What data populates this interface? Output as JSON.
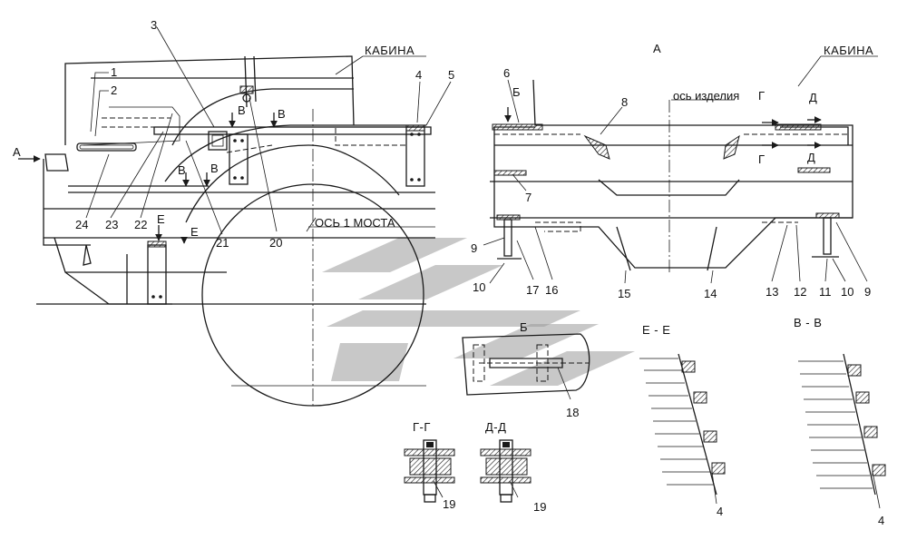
{
  "texts": {
    "kabina_left": "КАБИНА",
    "kabina_right": "КАБИНА",
    "view_a_title": "А",
    "os_izdeliya": "ось изделия",
    "os_1_mosta": "ОСЬ 1 МОСТА",
    "arrow_a": "А",
    "view_b_title": "Б",
    "section_ee": "Е - Е",
    "section_vv": "В - В",
    "section_gg": "Г-Г",
    "section_dd": "Д-Д"
  },
  "section_marks": {
    "v1": "В",
    "v2": "В",
    "v3": "В",
    "v4": "В",
    "e1": "Е",
    "e2": "Е",
    "b_arrow": "Б",
    "g1": "Г",
    "g2": "Г",
    "d1": "Д",
    "d2": "Д"
  },
  "callouts": {
    "n1": "1",
    "n2": "2",
    "n3": "3",
    "n4": "4",
    "n5": "5",
    "n6": "6",
    "n7": "7",
    "n8": "8",
    "n9a": "9",
    "n9b": "9",
    "n10a": "10",
    "n10b": "10",
    "n11": "11",
    "n12": "12",
    "n13": "13",
    "n14": "14",
    "n15": "15",
    "n16": "16",
    "n17": "17",
    "n18": "18",
    "n19a": "19",
    "n19b": "19",
    "n20": "20",
    "n21": "21",
    "n22": "22",
    "n23": "23",
    "n24": "24",
    "n4ee": "4",
    "n4vv": "4"
  },
  "colors": {
    "ink": "#1a1a1a",
    "watermark": "#9a9a9a"
  }
}
